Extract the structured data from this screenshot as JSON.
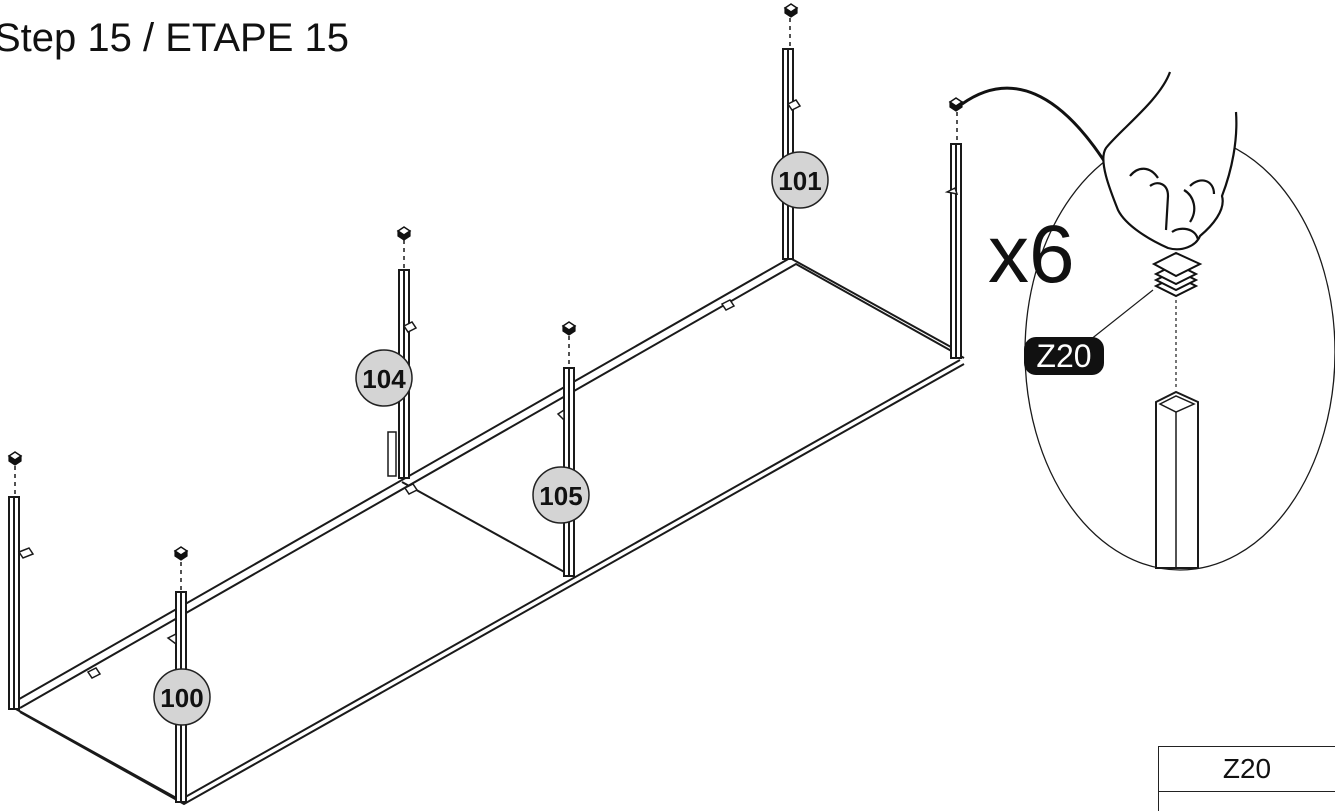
{
  "step": {
    "title": "Step 15 / ETAPE 15"
  },
  "callouts": {
    "quantity": "x6",
    "part_code": "Z20"
  },
  "part_labels": {
    "p100": "100",
    "p101": "101",
    "p104": "104",
    "p105": "105"
  },
  "parts_table": {
    "header": "Z20"
  },
  "colors": {
    "line": "#1a1a1a",
    "label_fill": "#d4d4d4",
    "tag_fill": "#111111"
  },
  "icons": {
    "hand": "hand-pressing-icon",
    "foot_cap": "square-foot-cap-icon"
  }
}
